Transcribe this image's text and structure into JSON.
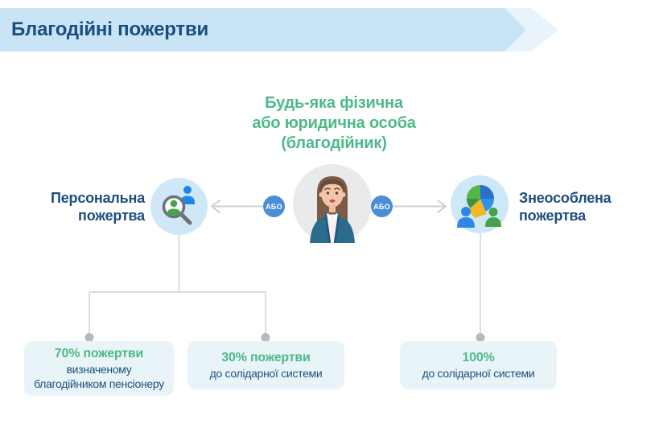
{
  "header": {
    "title": "Благодійні пожертви"
  },
  "donor": {
    "heading_lines": [
      "Будь-яка фізична",
      "або юридична особа",
      "(благодійник)"
    ],
    "avatar_icon": "woman-avatar"
  },
  "connector": {
    "or_label": "АБО"
  },
  "branches": {
    "left": {
      "label_lines": [
        "Персональна",
        "пожертва"
      ],
      "icon": "person-search-icon"
    },
    "right": {
      "label_lines": [
        "Знеособлена",
        "пожертва"
      ],
      "icon": "people-pie-chart-icon"
    }
  },
  "outcomes": [
    {
      "highlight": "70% пожертви",
      "desc_lines": [
        "визначеному",
        "благодійником пенсіонеру"
      ]
    },
    {
      "highlight": "30% пожертви",
      "desc_lines": [
        "до солідарної системи"
      ]
    },
    {
      "highlight": "100%",
      "desc_lines": [
        "до солідарної системи"
      ]
    }
  ],
  "colors": {
    "header_bg": "#c8e4f5",
    "header_chevron_light": "#e8f3fb",
    "title_text": "#1a4e7f",
    "accent_green": "#4db989",
    "dark_blue_text": "#1d4e7d",
    "circle_bg": "#cfe8f8",
    "or_badge_bg": "#4a8fd6",
    "box_bg": "#e9f4f8",
    "line_gray": "#ccd0d1",
    "dot_gray": "#b6babc"
  }
}
